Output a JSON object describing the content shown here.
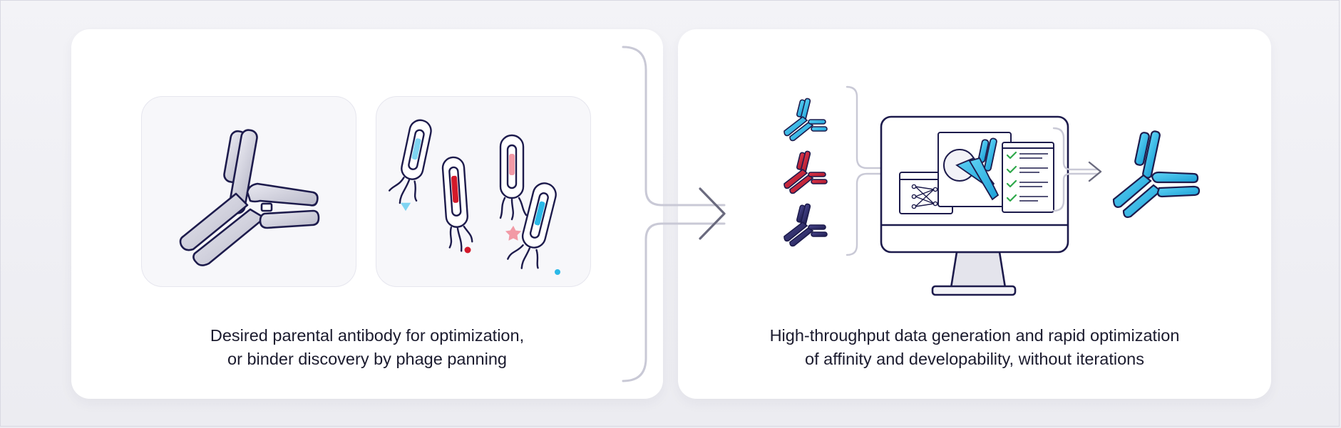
{
  "left_panel": {
    "caption_line1": "Desired parental antibody for optimization,",
    "caption_line2": "or binder discovery by phage panning",
    "cards": [
      {
        "icon": "parental-antibody-icon"
      },
      {
        "icon": "phage-library-icon"
      }
    ]
  },
  "right_panel": {
    "caption_line1": "High-throughput data generation and rapid optimization",
    "caption_line2": "of affinity and developability, without iterations",
    "input_antibodies": [
      "cyan",
      "red",
      "navy"
    ],
    "output_icon": "optimized-antibody-icon"
  },
  "colors": {
    "navy": "#1d1b4c",
    "cyan": "#2bb9e8",
    "red": "#c8203a",
    "pink": "#f29aa6",
    "light_blue": "#7fd4f2",
    "check_green": "#2ea84a",
    "connector_grey": "#c9c9d6"
  }
}
